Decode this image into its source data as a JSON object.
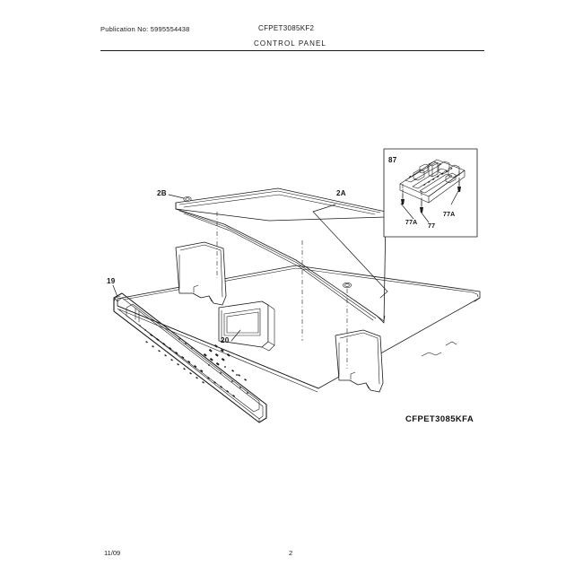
{
  "header": {
    "publication_label": "Publication No:",
    "publication_number": "5995554438",
    "model_number": "CFPET3085KF2",
    "section_title": "CONTROL PANEL"
  },
  "footer": {
    "date": "11/09",
    "page_number": "2"
  },
  "drawing": {
    "model_tag": "CFPET3085KFA",
    "callouts": [
      {
        "id": "callout-2b",
        "label": "2B"
      },
      {
        "id": "callout-2a",
        "label": "2A"
      },
      {
        "id": "callout-19",
        "label": "19"
      },
      {
        "id": "callout-20",
        "label": "20"
      }
    ]
  },
  "inset": {
    "callouts": [
      {
        "id": "inset-callout-87",
        "label": "87"
      },
      {
        "id": "inset-callout-77a-left",
        "label": "77A"
      },
      {
        "id": "inset-callout-77",
        "label": "77"
      },
      {
        "id": "inset-callout-77a-right",
        "label": "77A"
      }
    ]
  },
  "colors": {
    "line": "#1a1a1a",
    "background": "#ffffff"
  }
}
